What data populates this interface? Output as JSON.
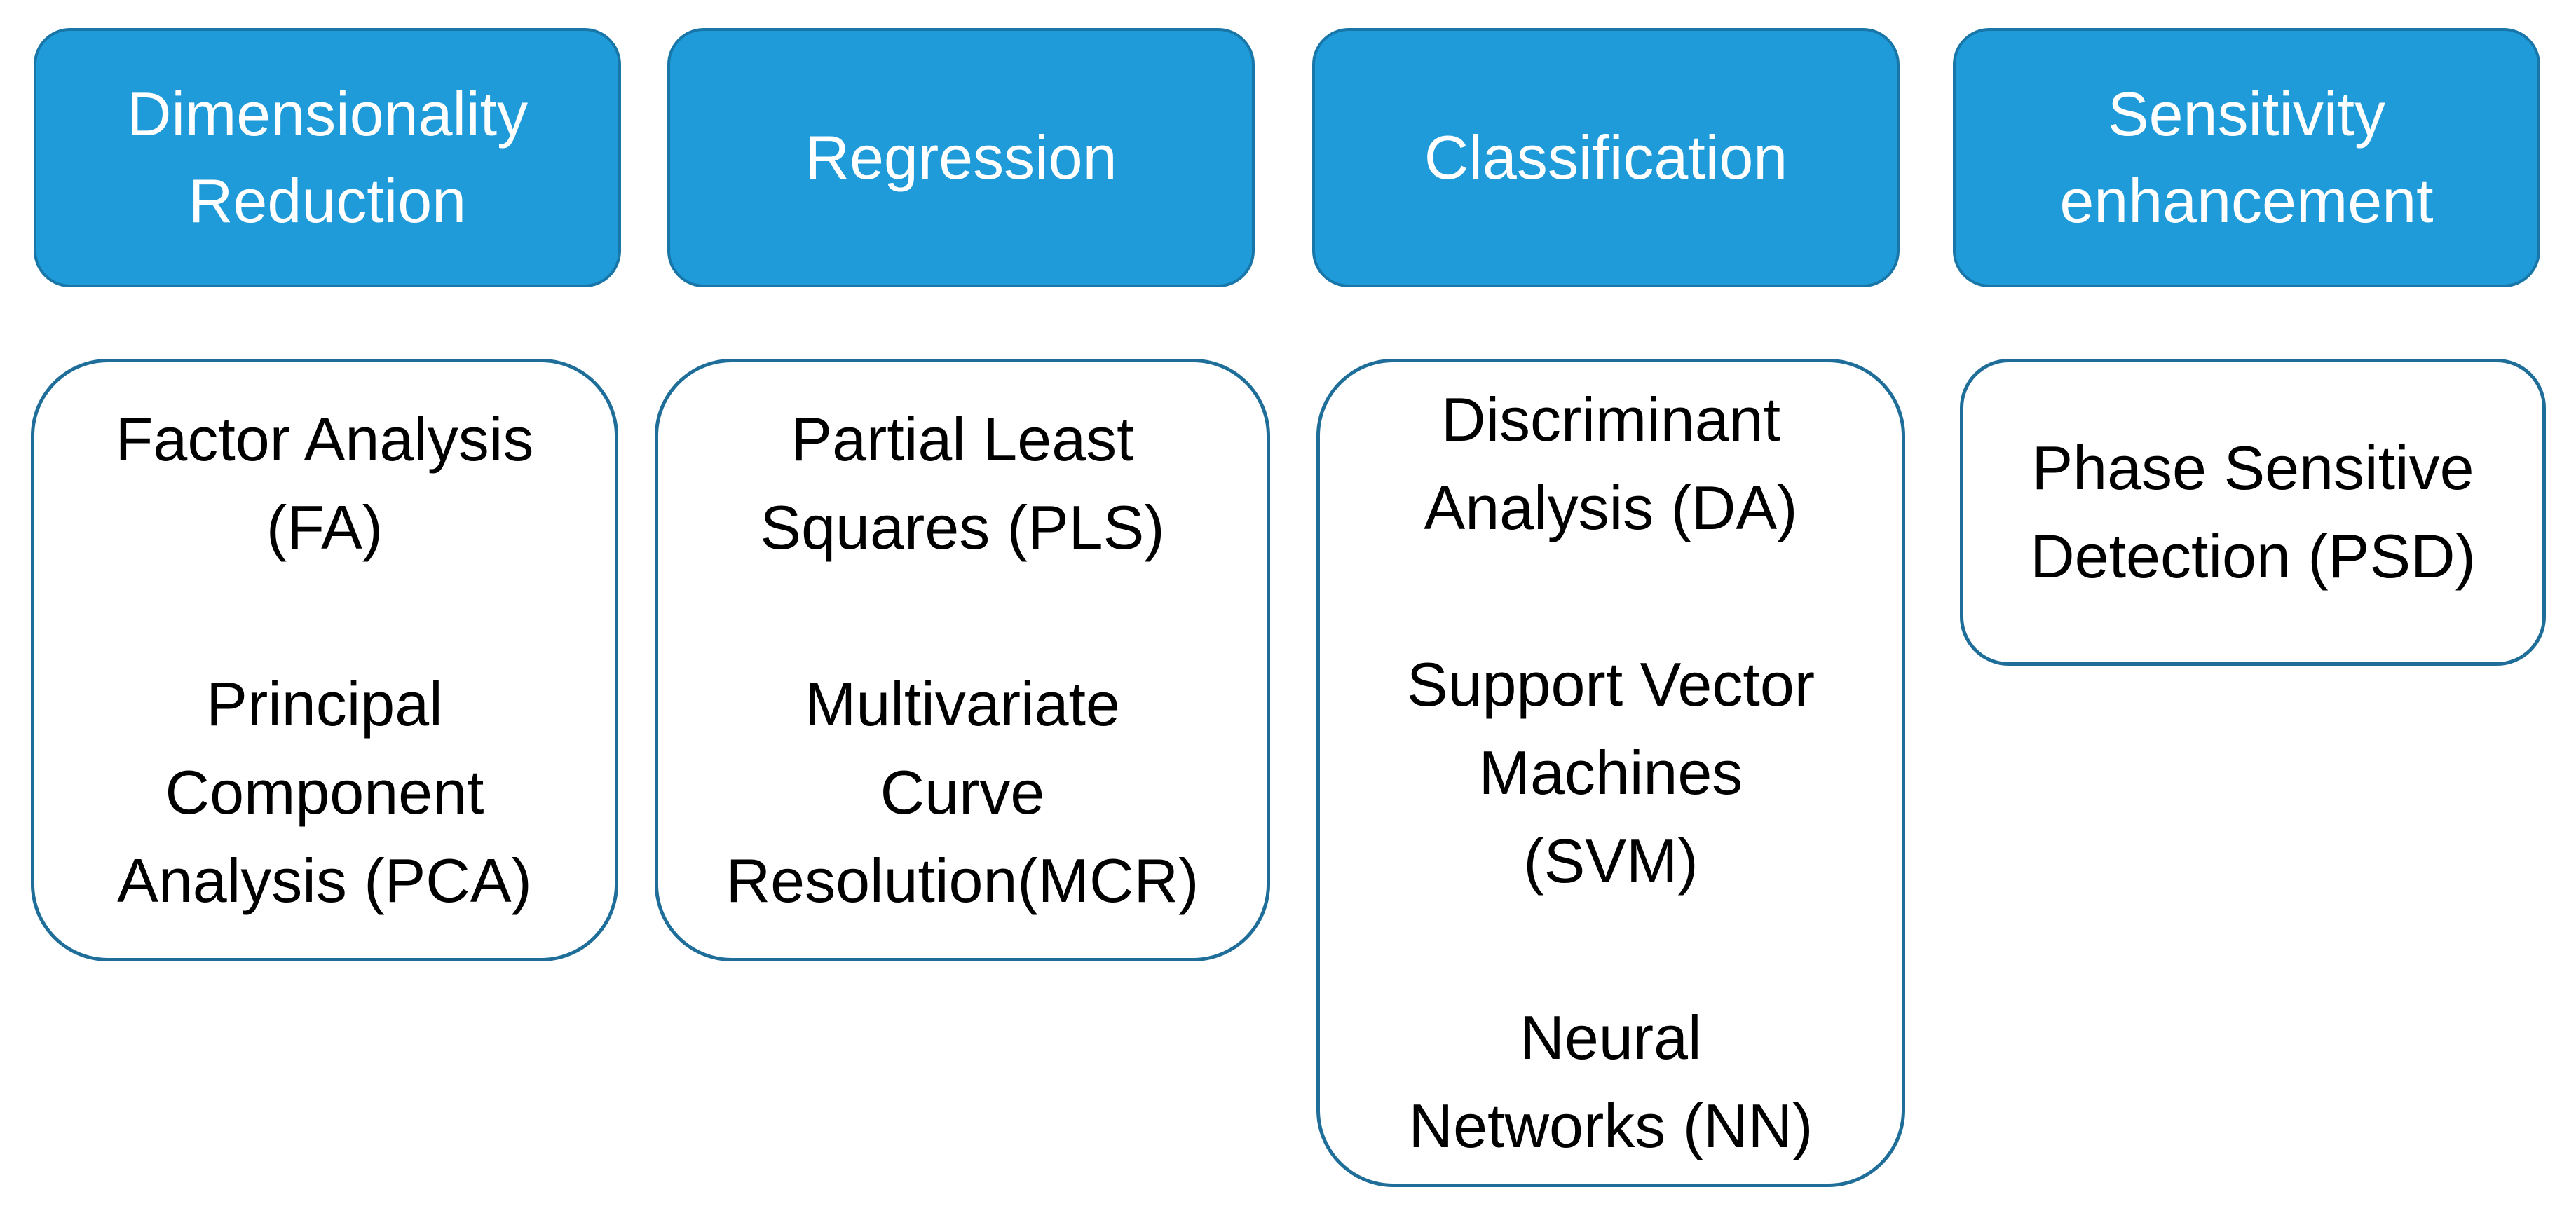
{
  "columns": [
    {
      "header": [
        "Dimensionality",
        "Reduction"
      ],
      "items": [
        [
          "Factor Analysis",
          "(FA)"
        ],
        [
          "Principal",
          "Component",
          "Analysis (PCA)"
        ]
      ]
    },
    {
      "header": [
        "Regression"
      ],
      "items": [
        [
          "Partial Least",
          "Squares (PLS)"
        ],
        [
          "Multivariate",
          "Curve",
          "Resolution(MCR)"
        ]
      ]
    },
    {
      "header": [
        "Classification"
      ],
      "items": [
        [
          "Discriminant",
          "Analysis (DA)"
        ],
        [
          "Support Vector",
          "Machines",
          "(SVM)"
        ],
        [
          "Neural",
          "Networks (NN)"
        ]
      ]
    },
    {
      "header": [
        "Sensitivity",
        "enhancement"
      ],
      "items": [
        [
          "Phase Sensitive",
          "Detection (PSD)"
        ]
      ]
    }
  ],
  "colors": {
    "header_fill": "#1f9bd9",
    "header_border": "#1877a8",
    "box_border": "#1f6e9a"
  }
}
